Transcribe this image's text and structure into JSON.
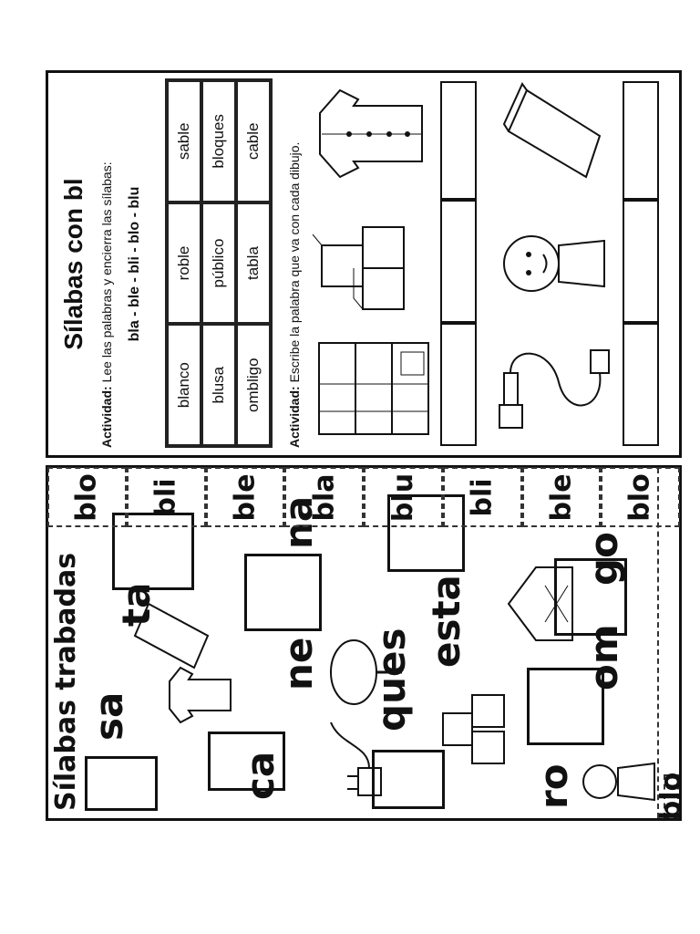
{
  "top_sheet": {
    "title": "Sílabas con bl",
    "activity1_label": "Actividad:",
    "activity1_text": "Lee las palabras y encierra las sílabas:",
    "syllables_line": "bla - ble - bli - blo - blu",
    "word_table": [
      [
        "blanco",
        "roble",
        "sable"
      ],
      [
        "blusa",
        "público",
        "bloques"
      ],
      [
        "ombligo",
        "tabla",
        "cable"
      ]
    ],
    "activity2_label": "Actividad:",
    "activity2_text": "Escribe la palabra que va con cada dibujo."
  },
  "bottom_sheet": {
    "title": "Sílabas trabadas",
    "cut_strip": [
      "blo",
      "bli",
      "ble",
      "bla",
      "blu",
      "bli",
      "ble",
      "blo"
    ],
    "word_parts": [
      "sa",
      "ta",
      "ca",
      "ne",
      "na",
      "ques",
      "esta",
      "ro",
      "om",
      "go"
    ]
  }
}
